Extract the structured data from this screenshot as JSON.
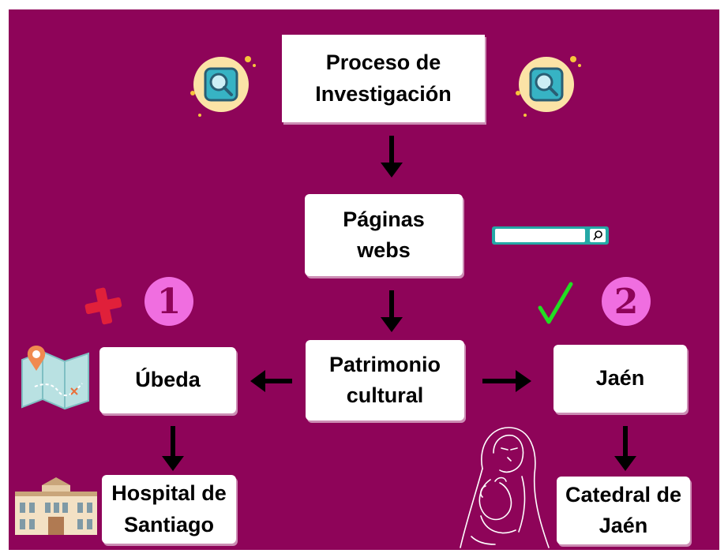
{
  "diagram": {
    "title": "Proceso de\nInvestigación",
    "paginas": "Páginas\nwebs",
    "patrimonio": "Patrimonio\ncultural",
    "ubeda": "Úbeda",
    "jaen": "Jaén",
    "hospital": "Hospital de\nSantiago",
    "catedral": "Catedral de\nJaén",
    "badge_left": "1",
    "badge_right": "2"
  },
  "colors": {
    "background": "#8e0459",
    "badge": "#f06ee0",
    "search_bar": "#24a8a6",
    "check": "#22dd22",
    "cross": "#e0203a"
  },
  "icons": [
    "magnifier-icon",
    "search-bar-icon",
    "cross-icon",
    "check-icon",
    "map-icon",
    "building-icon",
    "madonna-icon"
  ]
}
